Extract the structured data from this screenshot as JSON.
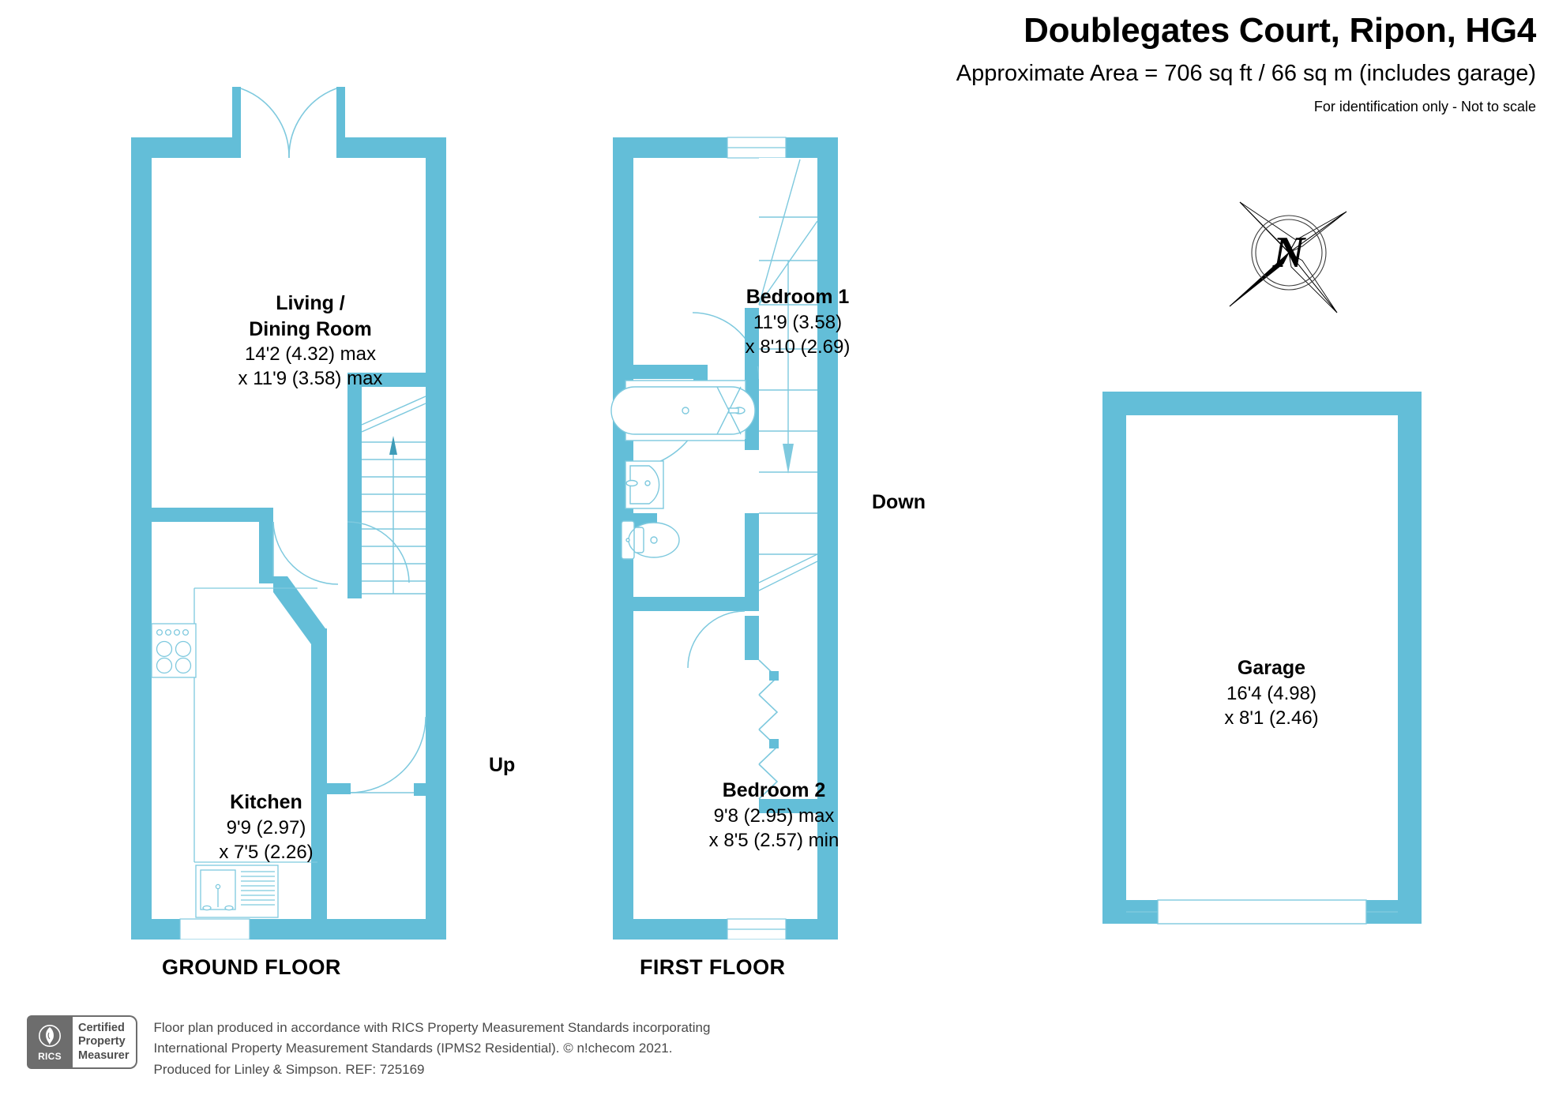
{
  "header": {
    "title": "Doublegates Court, Ripon, HG4",
    "area_line": "Approximate Area = 706 sq ft / 66 sq m (includes garage)",
    "disclaimer": "For identification only - Not to scale"
  },
  "compass": {
    "north_letter": "N"
  },
  "floors": {
    "ground_label": "GROUND FLOOR",
    "first_label": "FIRST FLOOR"
  },
  "rooms": {
    "living": {
      "name_line1": "Living /",
      "name_line2": "Dining Room",
      "dim1": "14'2 (4.32) max",
      "dim2": "x 11'9 (3.58) max"
    },
    "kitchen": {
      "name": "Kitchen",
      "dim1": "9'9 (2.97)",
      "dim2": "x 7'5 (2.26)"
    },
    "bedroom1": {
      "name": "Bedroom 1",
      "dim1": "11'9 (3.58)",
      "dim2": "x 8'10 (2.69)"
    },
    "bedroom2": {
      "name": "Bedroom 2",
      "dim1": "9'8 (2.95) max",
      "dim2": "x 8'5 (2.57) min"
    },
    "garage": {
      "name": "Garage",
      "dim1": "16'4 (4.98)",
      "dim2": "x 8'1 (2.46)"
    }
  },
  "stairs": {
    "up_label": "Up",
    "down_label": "Down"
  },
  "footer": {
    "badge": {
      "org": "RICS",
      "line1": "Certified",
      "line2": "Property",
      "line3": "Measurer"
    },
    "note_line1": "Floor plan produced in accordance with RICS Property Measurement Standards incorporating",
    "note_line2": "International Property Measurement Standards (IPMS2 Residential).   © n!checom 2021.",
    "note_line3": "Produced for Linley & Simpson.   REF: 725169"
  },
  "colors": {
    "wall": "#63bed8",
    "fixture_stroke": "#7ec9de",
    "text": "#000000",
    "badge_gray": "#6d6d6d"
  }
}
